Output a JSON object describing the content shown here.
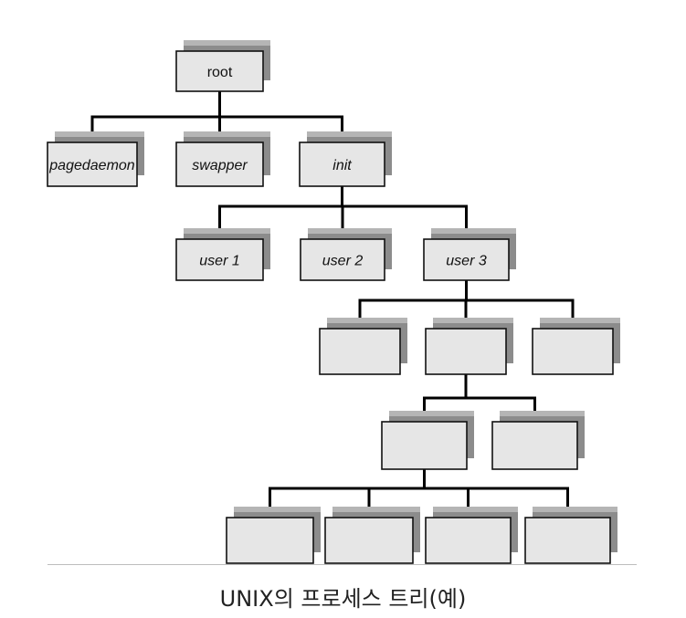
{
  "nodes": [
    {
      "id": "root",
      "label": "root",
      "italic": false
    },
    {
      "id": "pagedaemon",
      "label": "pagedaemon",
      "italic": true
    },
    {
      "id": "swapper",
      "label": "swapper",
      "italic": true
    },
    {
      "id": "init",
      "label": "init",
      "italic": true
    },
    {
      "id": "user1",
      "label": "user 1",
      "italic": true
    },
    {
      "id": "user2",
      "label": "user 2",
      "italic": true
    },
    {
      "id": "user3",
      "label": "user 3",
      "italic": true
    },
    {
      "id": "p1",
      "label": ""
    },
    {
      "id": "p2",
      "label": ""
    },
    {
      "id": "p3",
      "label": ""
    },
    {
      "id": "q1",
      "label": ""
    },
    {
      "id": "q2",
      "label": ""
    },
    {
      "id": "r1",
      "label": ""
    },
    {
      "id": "r2",
      "label": ""
    },
    {
      "id": "r3",
      "label": ""
    },
    {
      "id": "r4",
      "label": ""
    }
  ],
  "edges": [
    [
      "root",
      "pagedaemon"
    ],
    [
      "root",
      "swapper"
    ],
    [
      "root",
      "init"
    ],
    [
      "init",
      "user1"
    ],
    [
      "init",
      "user2"
    ],
    [
      "init",
      "user3"
    ],
    [
      "user3",
      "p1"
    ],
    [
      "user3",
      "p2"
    ],
    [
      "user3",
      "p3"
    ],
    [
      "p2",
      "q1"
    ],
    [
      "p2",
      "q2"
    ],
    [
      "q1",
      "r1"
    ],
    [
      "q1",
      "r2"
    ],
    [
      "q1",
      "r3"
    ],
    [
      "q1",
      "r4"
    ]
  ],
  "caption": "UNIX의 프로세스 트리(예)",
  "colors": {
    "box_fill": "#e6e6e6",
    "box_border": "#111111",
    "shadow": "#8c8c8c",
    "connector": "#000000"
  }
}
